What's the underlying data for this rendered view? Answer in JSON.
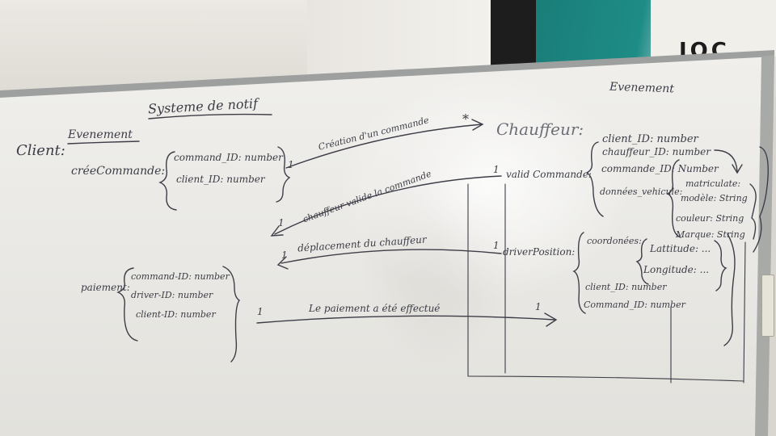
{
  "board": {
    "title": "Systeme de notif",
    "event_left": "Evenement",
    "event_right": "Evenement",
    "client": {
      "label": "Client:",
      "method": "créeCommande:",
      "params": [
        "command_ID: number",
        "client_ID: number"
      ]
    },
    "chauffeur": {
      "label": "Chauffeur:",
      "valid_method": "valid Commande:",
      "position_method": "driverPosition:",
      "valid_params": [
        "client_ID: number",
        "chauffeur_ID: number",
        "commande_ID: Number"
      ],
      "vehicule_label": "données_vehicule:",
      "vehicule_params": [
        "matriculate:",
        "modèle: String",
        "couleur: String",
        "Marque: String"
      ],
      "position_label": "coordonées:",
      "position_params": [
        "Lattitude: ...",
        "Longitude: ..."
      ],
      "position_extra": [
        "client_ID: number",
        "Command_ID: number"
      ]
    },
    "paiement": {
      "label": "paiement:",
      "params": [
        "command-ID: number",
        "driver-ID: number",
        "client-ID: number"
      ]
    },
    "arrows": {
      "creation": "Création d'un commande",
      "valide": "chauffeur valide la commande",
      "deplacement": "déplacement du chauffeur",
      "paiement": "Le paiement a été effectué"
    },
    "multiplicities": {
      "one": "1",
      "many": "*"
    }
  },
  "environment": {
    "poster_text": "JOC"
  }
}
